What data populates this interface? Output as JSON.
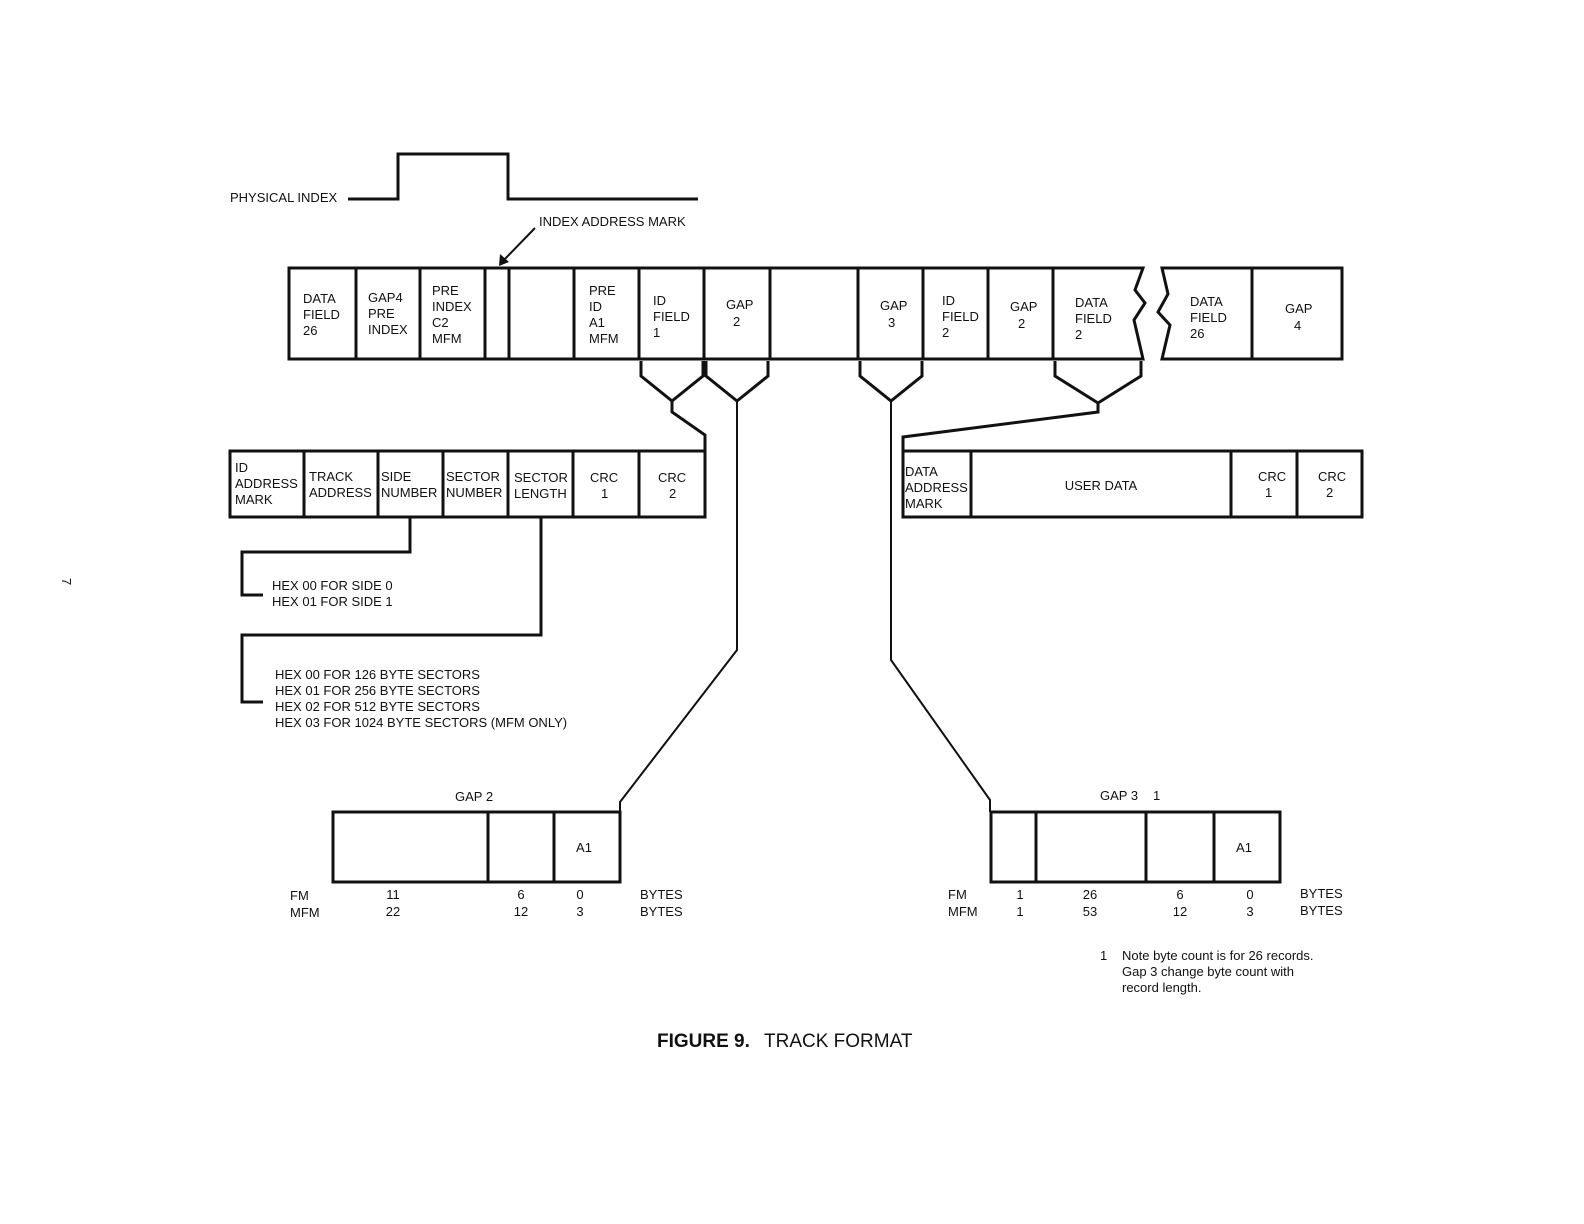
{
  "page_marker": "7",
  "physical_index": {
    "label": "PHYSICAL INDEX"
  },
  "index_address_mark": {
    "label": "INDEX ADDRESS MARK"
  },
  "track": {
    "fields": [
      {
        "lines": [
          "DATA",
          "FIELD",
          "26"
        ]
      },
      {
        "lines": [
          "GAP4",
          "PRE",
          "INDEX"
        ]
      },
      {
        "lines": [
          "PRE",
          "INDEX",
          "C2",
          "MFM"
        ]
      },
      {
        "lines": []
      },
      {
        "lines": []
      },
      {
        "lines": [
          "PRE",
          "ID",
          "A1",
          "MFM"
        ]
      },
      {
        "lines": [
          "ID",
          "FIELD",
          "1"
        ]
      },
      {
        "lines": [
          "GAP",
          "2"
        ]
      },
      {
        "lines": []
      },
      {
        "lines": [
          "GAP",
          "3"
        ]
      },
      {
        "lines": [
          "ID",
          "FIELD",
          "2"
        ]
      },
      {
        "lines": [
          "GAP",
          "2"
        ]
      },
      {
        "lines": [
          "DATA",
          "FIELD",
          "2"
        ]
      }
    ],
    "tail_fields": [
      {
        "lines": [
          "DATA",
          "FIELD",
          "26"
        ]
      },
      {
        "lines": [
          "GAP",
          "4"
        ]
      }
    ]
  },
  "id_field": {
    "cells": [
      {
        "lines": [
          "ID",
          "ADDRESS",
          "MARK"
        ]
      },
      {
        "lines": [
          "TRACK",
          "ADDRESS"
        ]
      },
      {
        "lines": [
          "SIDE",
          "NUMBER"
        ]
      },
      {
        "lines": [
          "SECTOR",
          "NUMBER"
        ]
      },
      {
        "lines": [
          "SECTOR",
          "LENGTH"
        ]
      },
      {
        "lines": [
          "CRC",
          "1"
        ]
      },
      {
        "lines": [
          "CRC",
          "2"
        ]
      }
    ]
  },
  "data_field": {
    "cells": [
      {
        "lines": [
          "DATA",
          "ADDRESS",
          "MARK"
        ]
      },
      {
        "lines": [
          "USER DATA"
        ]
      },
      {
        "lines": [
          "CRC",
          "1"
        ]
      },
      {
        "lines": [
          "CRC",
          "2"
        ]
      }
    ]
  },
  "side_notes": [
    "HEX 00 FOR SIDE 0",
    "HEX 01 FOR SIDE 1"
  ],
  "length_notes": [
    "HEX 00 FOR 126 BYTE SECTORS",
    "HEX 01 FOR 256 BYTE SECTORS",
    "HEX 02 FOR 512 BYTE SECTORS",
    "HEX 03 FOR 1024 BYTE SECTORS (MFM ONLY)"
  ],
  "gap2": {
    "title": "GAP 2",
    "cells": [
      "",
      "",
      "A1"
    ],
    "fm_label": "FM",
    "mfm_label": "MFM",
    "fm": [
      "11",
      "6",
      "0"
    ],
    "mfm": [
      "22",
      "12",
      "3"
    ],
    "unit": "BYTES"
  },
  "gap3": {
    "title": "GAP 3",
    "footnote_ref": "1",
    "cells": [
      "",
      "",
      "",
      "A1"
    ],
    "fm_label": "FM",
    "mfm_label": "MFM",
    "fm": [
      "1",
      "26",
      "6",
      "0"
    ],
    "mfm": [
      "1",
      "53",
      "12",
      "3"
    ],
    "unit": "BYTES"
  },
  "footnote": {
    "number": "1",
    "lines": [
      "Note byte count is for 26 records.",
      "Gap 3 change byte count with",
      "record length."
    ]
  },
  "caption": {
    "bold": "FIGURE 9.",
    "text": "TRACK FORMAT"
  }
}
